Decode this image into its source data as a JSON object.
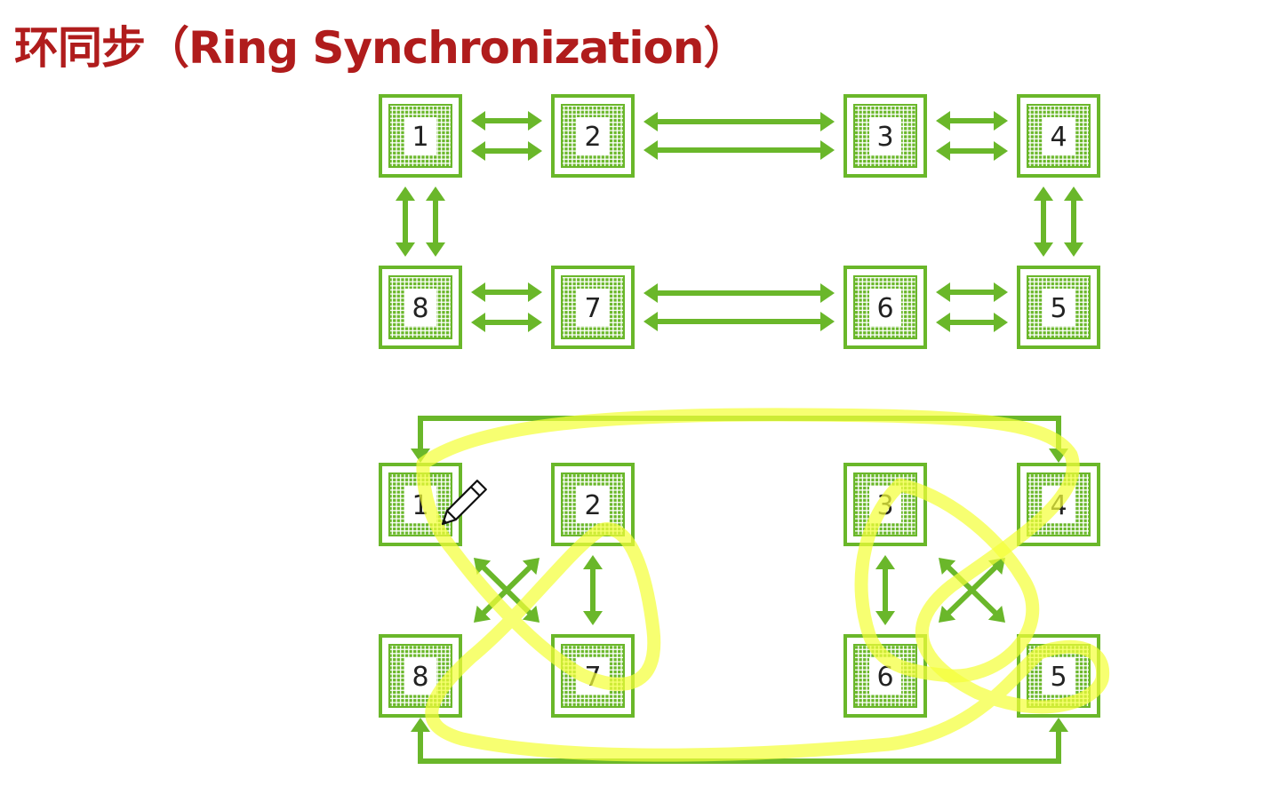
{
  "title": "环同步（Ring Synchronization）",
  "colors": {
    "title": "#b01c1c",
    "gpu_green": "#6ab72a",
    "arrow_green": "#6ab72a",
    "highlighter": "#f4ff3a"
  },
  "top_topology": {
    "nodes": [
      "1",
      "2",
      "3",
      "4",
      "8",
      "7",
      "6",
      "5"
    ]
  },
  "bottom_topology": {
    "nodes": [
      "1",
      "2",
      "3",
      "4",
      "8",
      "7",
      "6",
      "5"
    ]
  },
  "icons": [
    "pencil-icon"
  ]
}
